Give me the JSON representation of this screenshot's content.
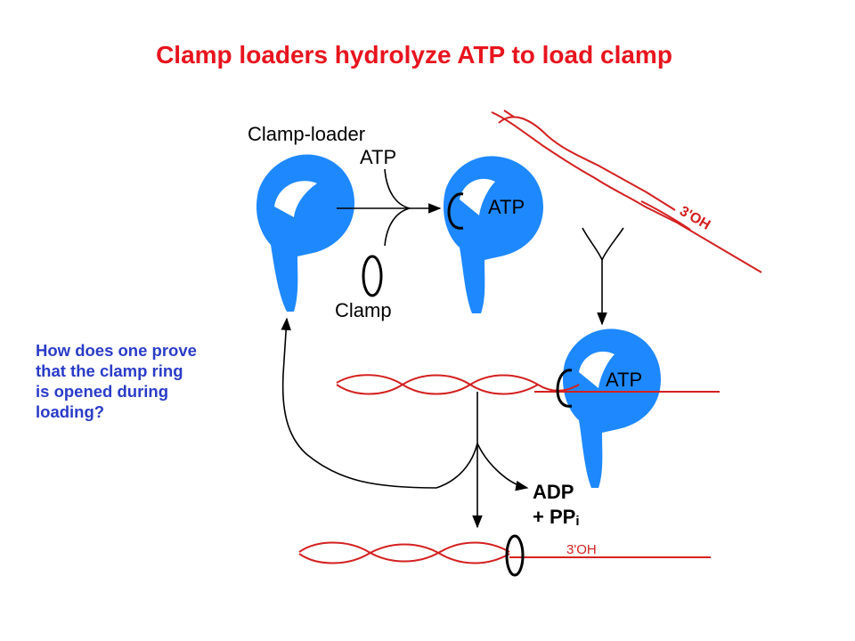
{
  "title": "Clamp loaders hydrolyze ATP to load clamp",
  "question": {
    "lines": [
      "How does one prove",
      "that the clamp ring",
      "is opened during",
      "loading?"
    ]
  },
  "labels": {
    "clamp_loader": "Clamp-loader",
    "atp_input": "ATP",
    "clamp": "Clamp",
    "atp_bound_top": "ATP",
    "atp_bound_dna": "ATP",
    "adp": "ADP",
    "ppi": "+ PP",
    "ppi_sub": "i",
    "three_oh_diag": "3'OH",
    "three_oh_bottom": "3'OH"
  },
  "colors": {
    "title": "#e8141e",
    "question": "#2a3cc8",
    "protein": "#1e88ff",
    "dna": "#d42020",
    "arrow": "#000000"
  }
}
